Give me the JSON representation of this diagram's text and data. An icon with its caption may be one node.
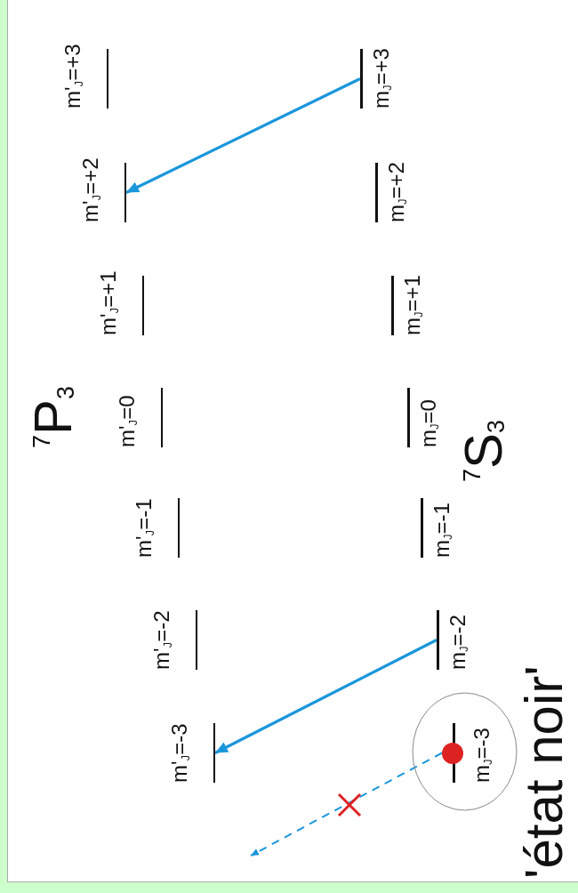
{
  "diagram": {
    "nodes": [
      {
        "text": [
          "m'$_{J}$=-3"
        ]
      },
      {
        "text": [
          "m'$_{J}$=-2"
        ]
      },
      {
        "text": [
          "m'$_{J}$=-1"
        ]
      },
      {
        "text": [
          "m'$_{J}$=0"
        ]
      },
      {
        "text": [
          "m'$_{J}$=+1"
        ]
      },
      {
        "text": [
          "m'$_{J}$=+2"
        ]
      },
      {
        "text": [
          "m'$_{J}$=+3"
        ]
      },
      {
        "text": [],
        "shape": "circle"
      },
      {
        "text": [
          "m$_{J}$=-3"
        ],
        "in": 7
      },
      {
        "text": [
          "m$_{J}$=-2"
        ]
      },
      {
        "text": [
          "m$_{J}$=-1"
        ]
      },
      {
        "text": [
          "m$_{J}$=0"
        ]
      },
      {
        "text": [
          "m$_{J}$=+1"
        ]
      },
      {
        "text": [
          "m$_{J}$=+2"
        ]
      },
      {
        "text": [
          "m$_{J}$=+3"
        ]
      }
    ],
    "edges": [
      {
        "from": 9,
        "to": 0,
        "arrow": "to"
      },
      {
        "from": 14,
        "to": 5,
        "arrow": "to"
      },
      {
        "from": 8,
        "to": null,
        "arrow": "to",
        "style": "dashed"
      }
    ],
    "labels": [
      "$^{7}$P$_{3}$",
      "$^{7}$S$_{3}$",
      "'état noir'"
    ]
  }
}
